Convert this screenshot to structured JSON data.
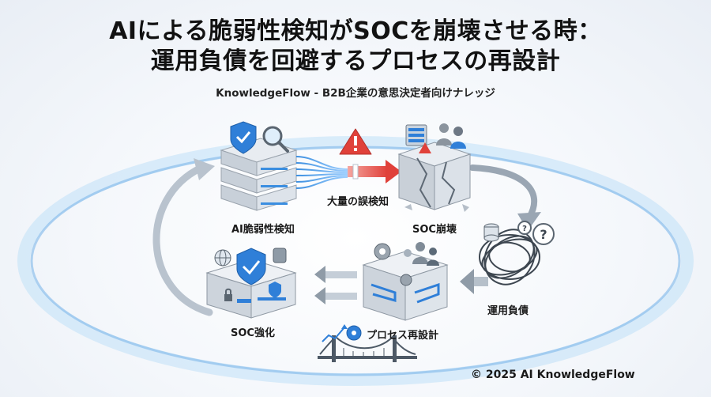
{
  "header": {
    "title_line1": "AIによる脆弱性検知がSOCを崩壊させる時：",
    "title_line2": "運用負債を回避するプロセスの再設計",
    "subtitle": "KnowledgeFlow - B2B企業の意思決定者向けナレッジ"
  },
  "cycle": {
    "node_ai_detection": "AI脆弱性検知",
    "edge_false_positives": "大量の誤検知",
    "node_soc_collapse": "SOC崩壊",
    "node_operational_debt": "運用負債",
    "node_process_redesign": "プロセス再設計",
    "node_soc_strengthening": "SOC強化"
  },
  "footer": {
    "copyright": "© 2025 AI KnowledgeFlow"
  },
  "colors": {
    "accent_blue": "#2f7fd8",
    "alert_red": "#e0413a",
    "ring_glow": "#8fc3ef",
    "box_gray": "#dfe3e8"
  }
}
